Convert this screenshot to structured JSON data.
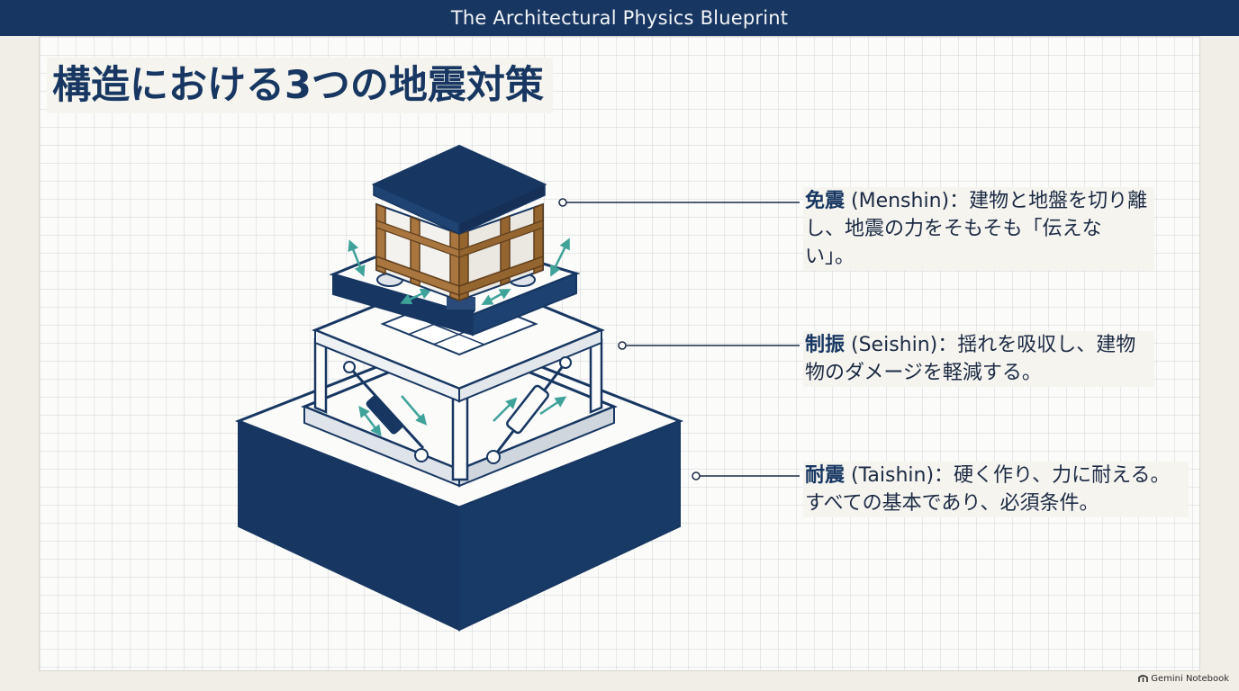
{
  "header": {
    "title": "The Architectural Physics Blueprint"
  },
  "page_title": "構造における3つの地震対策",
  "labels": {
    "menshin": {
      "term": "免震",
      "rest": " (Menshin)：建物と地盤を切り離し、地震の力をそもそも「伝えない」。"
    },
    "seishin": {
      "term": "制振",
      "rest": " (Seishin)：揺れを吸収し、建物物のダメージを軽減する。"
    },
    "taishin": {
      "term": "耐震",
      "rest": " (Taishin)：硬く作り、力に耐える。すべての基本であり、必須条件。"
    }
  },
  "branding": {
    "text": "Gemini Notebook",
    "icon": "notebook-icon"
  },
  "colors": {
    "navy": "#173762",
    "teal": "#3fa39a",
    "wood": "#a9763f",
    "paper": "#fbfbf9"
  }
}
